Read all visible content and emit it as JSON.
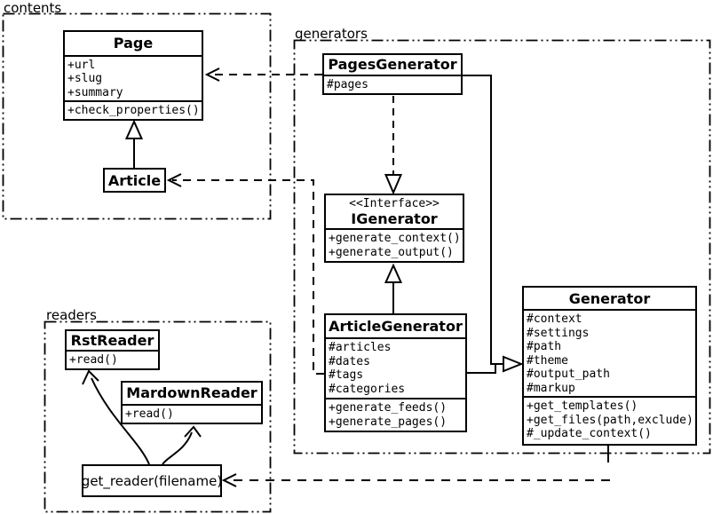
{
  "diagram": {
    "colors": {
      "line": "#000000",
      "background": "#ffffff"
    },
    "packages": {
      "contents": {
        "label": "contents"
      },
      "generators": {
        "label": "generators"
      },
      "readers": {
        "label": "readers"
      }
    },
    "classes": {
      "page": {
        "name": "Page",
        "attributes": [
          "+url",
          "+slug",
          "+summary"
        ],
        "methods": [
          "+check_properties()"
        ]
      },
      "article": {
        "name": "Article"
      },
      "pages_generator": {
        "name": "PagesGenerator",
        "attributes": [
          "#pages"
        ]
      },
      "igenerator": {
        "stereotype": "<<Interface>>",
        "name": "IGenerator",
        "methods": [
          "+generate_context()",
          "+generate_output()"
        ]
      },
      "article_generator": {
        "name": "ArticleGenerator",
        "attributes": [
          "#articles",
          "#dates",
          "#tags",
          "#categories"
        ],
        "methods": [
          "+generate_feeds()",
          "+generate_pages()"
        ]
      },
      "generator": {
        "name": "Generator",
        "attributes": [
          "#context",
          "#settings",
          "#path",
          "#theme",
          "#output_path",
          "#markup"
        ],
        "methods": [
          "+get_templates()",
          "+get_files(path,exclude)",
          "#_update_context()"
        ]
      },
      "rst_reader": {
        "name": "RstReader",
        "methods": [
          "+read()"
        ]
      },
      "markdown_reader": {
        "name": "MardownReader",
        "methods": [
          "+read()"
        ]
      },
      "get_reader": {
        "label": "get_reader(filename)"
      }
    }
  }
}
